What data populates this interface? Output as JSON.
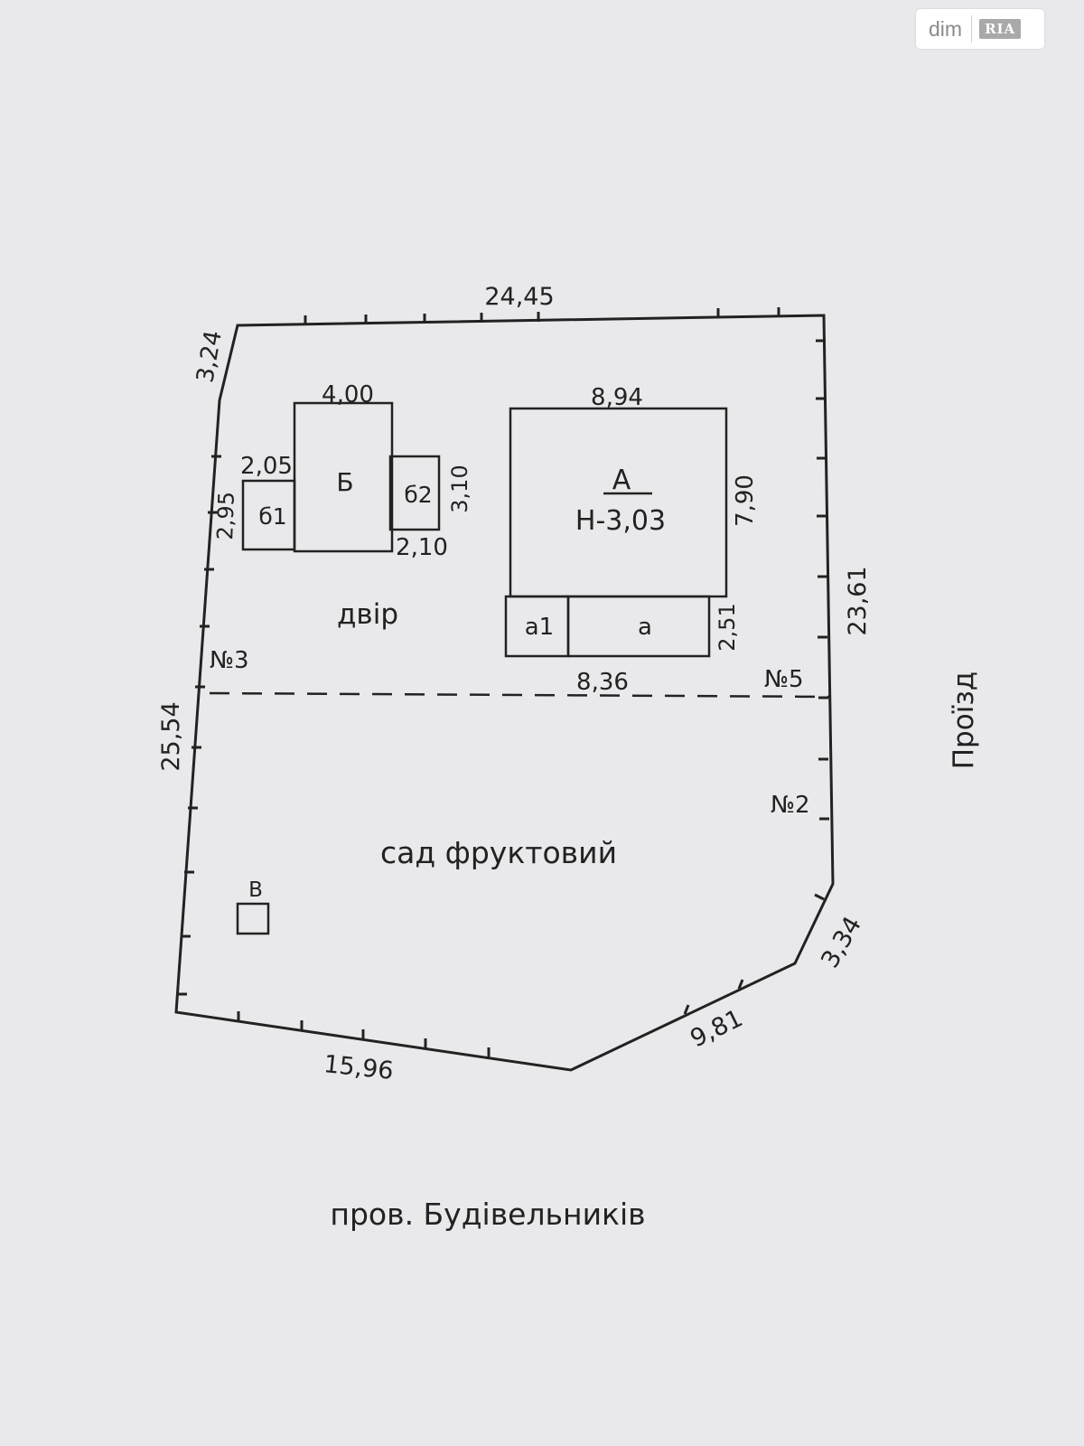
{
  "watermark": {
    "brand_left": "dim",
    "brand_right": "RIA"
  },
  "plot": {
    "boundaries": {
      "north": "24,45",
      "north_west_corner": "3,24",
      "west": "25,54",
      "east": "23,61",
      "south_east_corner": "3,34",
      "south_east": "9,81",
      "south": "15,96"
    },
    "building_b": {
      "label": "Б",
      "width": "4,00",
      "b1_label": "б1",
      "b1_width": "2,05",
      "b1_depth": "2,95",
      "b2_label": "б2",
      "b2_depth": "3,10",
      "b2_width": "2,10"
    },
    "building_a": {
      "label": "А",
      "height": "Н-3,03",
      "width": "8,94",
      "depth": "7,90",
      "a1_label": "а1",
      "a_label": "а",
      "a_depth": "2,51",
      "a_width": "8,36"
    },
    "yard_label": "двір",
    "garden_label": "сад фруктовий",
    "neighbour_3": "№3",
    "neighbour_5": "№5",
    "neighbour_2": "№2",
    "structure_v": "В",
    "passage_label": "Проїзд",
    "street_label": "пров. Будівельників"
  }
}
